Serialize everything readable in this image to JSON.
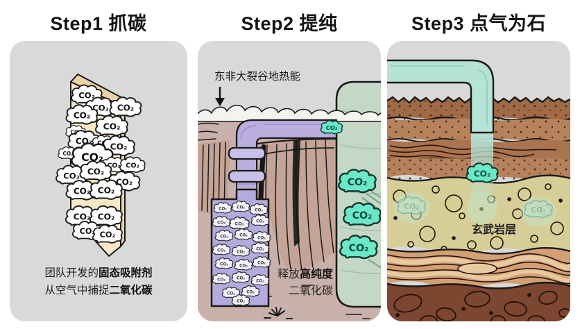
{
  "steps": [
    {
      "title": "Step1 抓碳"
    },
    {
      "title": "Step2 提纯"
    },
    {
      "title": "Step3 点气为石"
    }
  ],
  "labels": {
    "co2": "CO₂"
  },
  "panels": {
    "capture": {
      "caption": {
        "line1_normal": "团队开发的",
        "line1_bold": "固态吸附剂",
        "line2_normal": "从空气中捕捉",
        "line2_bold": "二氧化碳"
      }
    },
    "purify": {
      "geothermal_label": "东非大裂谷地热能",
      "release_line1_normal": "释放",
      "release_line1_bold": "高纯度",
      "release_line2": "二氧化碳"
    },
    "store": {
      "basalt_label": "玄武岩层"
    }
  },
  "colors": {
    "panel_bg": "#d9d9d9",
    "sorbent_slab": "#f7e7c6",
    "pipe_purple": "#b9aede",
    "tower_green": "#c5d8c6",
    "co2_aqua": "#6ae8c8",
    "ground_mauve": "#c9b1ab",
    "basalt_khaki": "#d7ce97",
    "pipe_teal": "#b5e3d6"
  }
}
